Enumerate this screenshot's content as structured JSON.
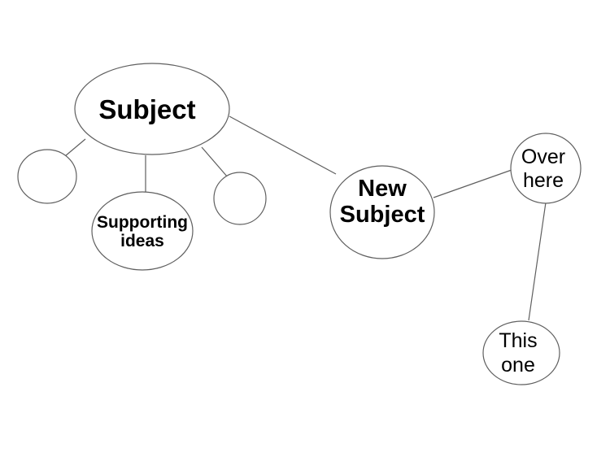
{
  "diagram": {
    "type": "mind-map",
    "background_color": "#ffffff",
    "stroke_color": "#5f5f5f",
    "text_color": "#000000",
    "nodes": {
      "subject": {
        "label": "Subject",
        "line1": "Subject",
        "line2": "",
        "shape": "ellipse",
        "text_style": "bold"
      },
      "empty_left": {
        "label": "",
        "line1": "",
        "line2": "",
        "shape": "circle",
        "text_style": "none"
      },
      "supporting": {
        "label": "Supporting ideas",
        "line1": "Supporting",
        "line2": "ideas",
        "shape": "ellipse",
        "text_style": "bold"
      },
      "empty_right": {
        "label": "",
        "line1": "",
        "line2": "",
        "shape": "circle",
        "text_style": "none"
      },
      "new_subject": {
        "label": "New Subject",
        "line1": "New",
        "line2": "Subject",
        "shape": "circle",
        "text_style": "bold"
      },
      "over_here": {
        "label": "Over here",
        "line1": "Over",
        "line2": "here",
        "shape": "circle",
        "text_style": "regular"
      },
      "this_one": {
        "label": "This one",
        "line1": "This",
        "line2": "one",
        "shape": "circle",
        "text_style": "regular"
      }
    },
    "edges": [
      {
        "from": "subject",
        "to": "empty_left"
      },
      {
        "from": "subject",
        "to": "supporting"
      },
      {
        "from": "subject",
        "to": "empty_right"
      },
      {
        "from": "subject",
        "to": "new_subject"
      },
      {
        "from": "new_subject",
        "to": "over_here"
      },
      {
        "from": "over_here",
        "to": "this_one"
      }
    ]
  }
}
